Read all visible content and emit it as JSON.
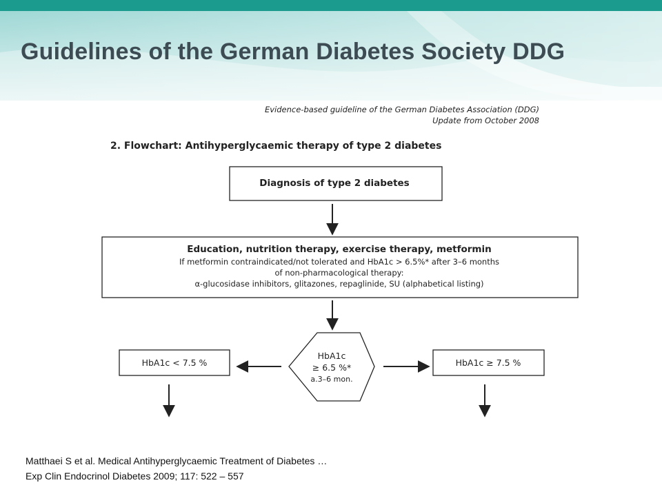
{
  "slide": {
    "title": "Guidelines of the German Diabetes Society DDG",
    "accent_color": "#1b9a8e"
  },
  "source": {
    "line1": "Evidence-based guideline of the German Diabetes Association (DDG)",
    "line2": "Update from October 2008"
  },
  "flowchart": {
    "section_title": "2.  Flowchart: Antihyperglycaemic therapy of type 2 diabetes",
    "diagnosis": "Diagnosis of type 2 diabetes",
    "therapy": {
      "title": "Education, nutrition therapy, exercise therapy, metformin",
      "line1": "If metformin contraindicated/not tolerated and HbA1c > 6.5%* after 3–6 months",
      "line2": "of non-pharmacological therapy:",
      "line3": "α-glucosidase inhibitors, glitazones, repaglinide, SU (alphabetical listing)"
    },
    "decision": {
      "line1": "HbA1c",
      "line2": "≥ 6.5 %*",
      "line3": "a.3–6 mon."
    },
    "left_outcome": "HbA1c < 7.5 %",
    "right_outcome": "HbA1c ≥ 7.5 %"
  },
  "citation": {
    "line1": "Matthaei S et al. Medical Antihyperglycaemic Treatment of Diabetes …",
    "line2": "Exp Clin Endocrinol Diabetes 2009; 117: 522 – 557"
  }
}
